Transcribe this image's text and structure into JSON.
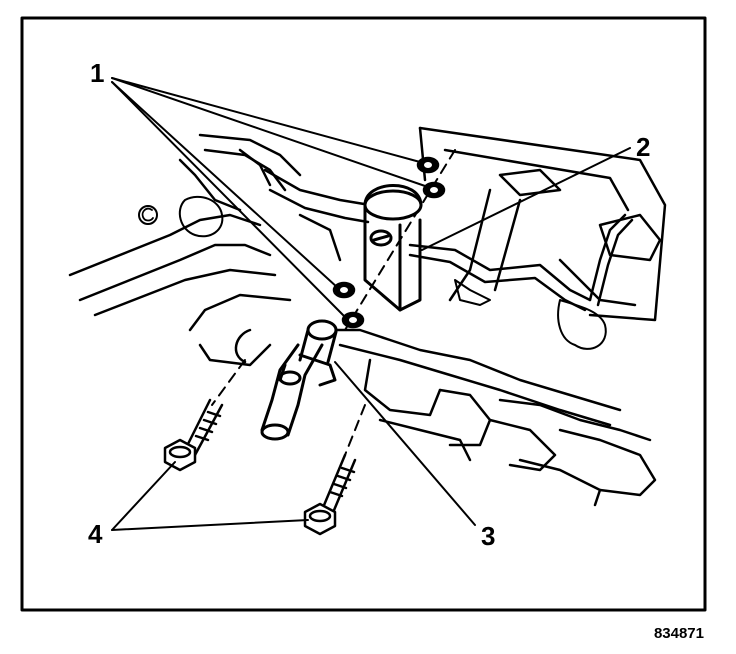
{
  "diagram": {
    "callouts": [
      {
        "id": "callout-1",
        "label": "1"
      },
      {
        "id": "callout-2",
        "label": "2"
      },
      {
        "id": "callout-3",
        "label": "3"
      },
      {
        "id": "callout-4",
        "label": "4"
      }
    ],
    "figure_number": "834871",
    "colors": {
      "ink": "#000000",
      "paper": "#ffffff"
    }
  }
}
